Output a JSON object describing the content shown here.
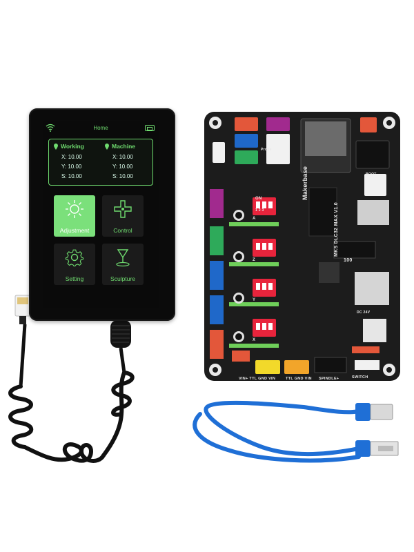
{
  "screen": {
    "status_title": "Home",
    "working": {
      "label": "Working",
      "x": "X: 10.00",
      "y": "Y: 10.00",
      "s": "S: 10.00"
    },
    "machine": {
      "label": "Machine",
      "x": "X: 10.00",
      "y": "Y: 10.00",
      "s": "S: 10.00"
    },
    "tiles": [
      {
        "label": "Adjustment",
        "icon": "sun-icon",
        "active": true
      },
      {
        "label": "Control",
        "icon": "dpad-icon",
        "active": false
      },
      {
        "label": "Setting",
        "icon": "gear-icon",
        "active": false
      },
      {
        "label": "Sculpture",
        "icon": "engraver-icon",
        "active": false
      }
    ]
  },
  "board": {
    "brand": "Makerbase",
    "model": "MKS DLC32 MAX V1.0",
    "labels": {
      "spindle": "SPINDLE+",
      "ttl_gnd_vin_a": "VIN+ TTL GND VIN",
      "ttl_gnd_vin_b": "TTL GND VIN",
      "switch": "SWITCH",
      "dip_on": "ON",
      "dip_nums": "1 2 3",
      "axis_a": "A",
      "axis_z": "Z",
      "axis_y": "Y",
      "axis_x": "X",
      "probe": "Probe",
      "boot": "BOOT",
      "dc": "DC 24V",
      "led": "100"
    }
  },
  "colors": {
    "screen_accent": "#6fdc6f",
    "board_pcb": "#1c1c1c",
    "driver_red": "#e8243c",
    "usb_cable": "#1f6fd6"
  }
}
